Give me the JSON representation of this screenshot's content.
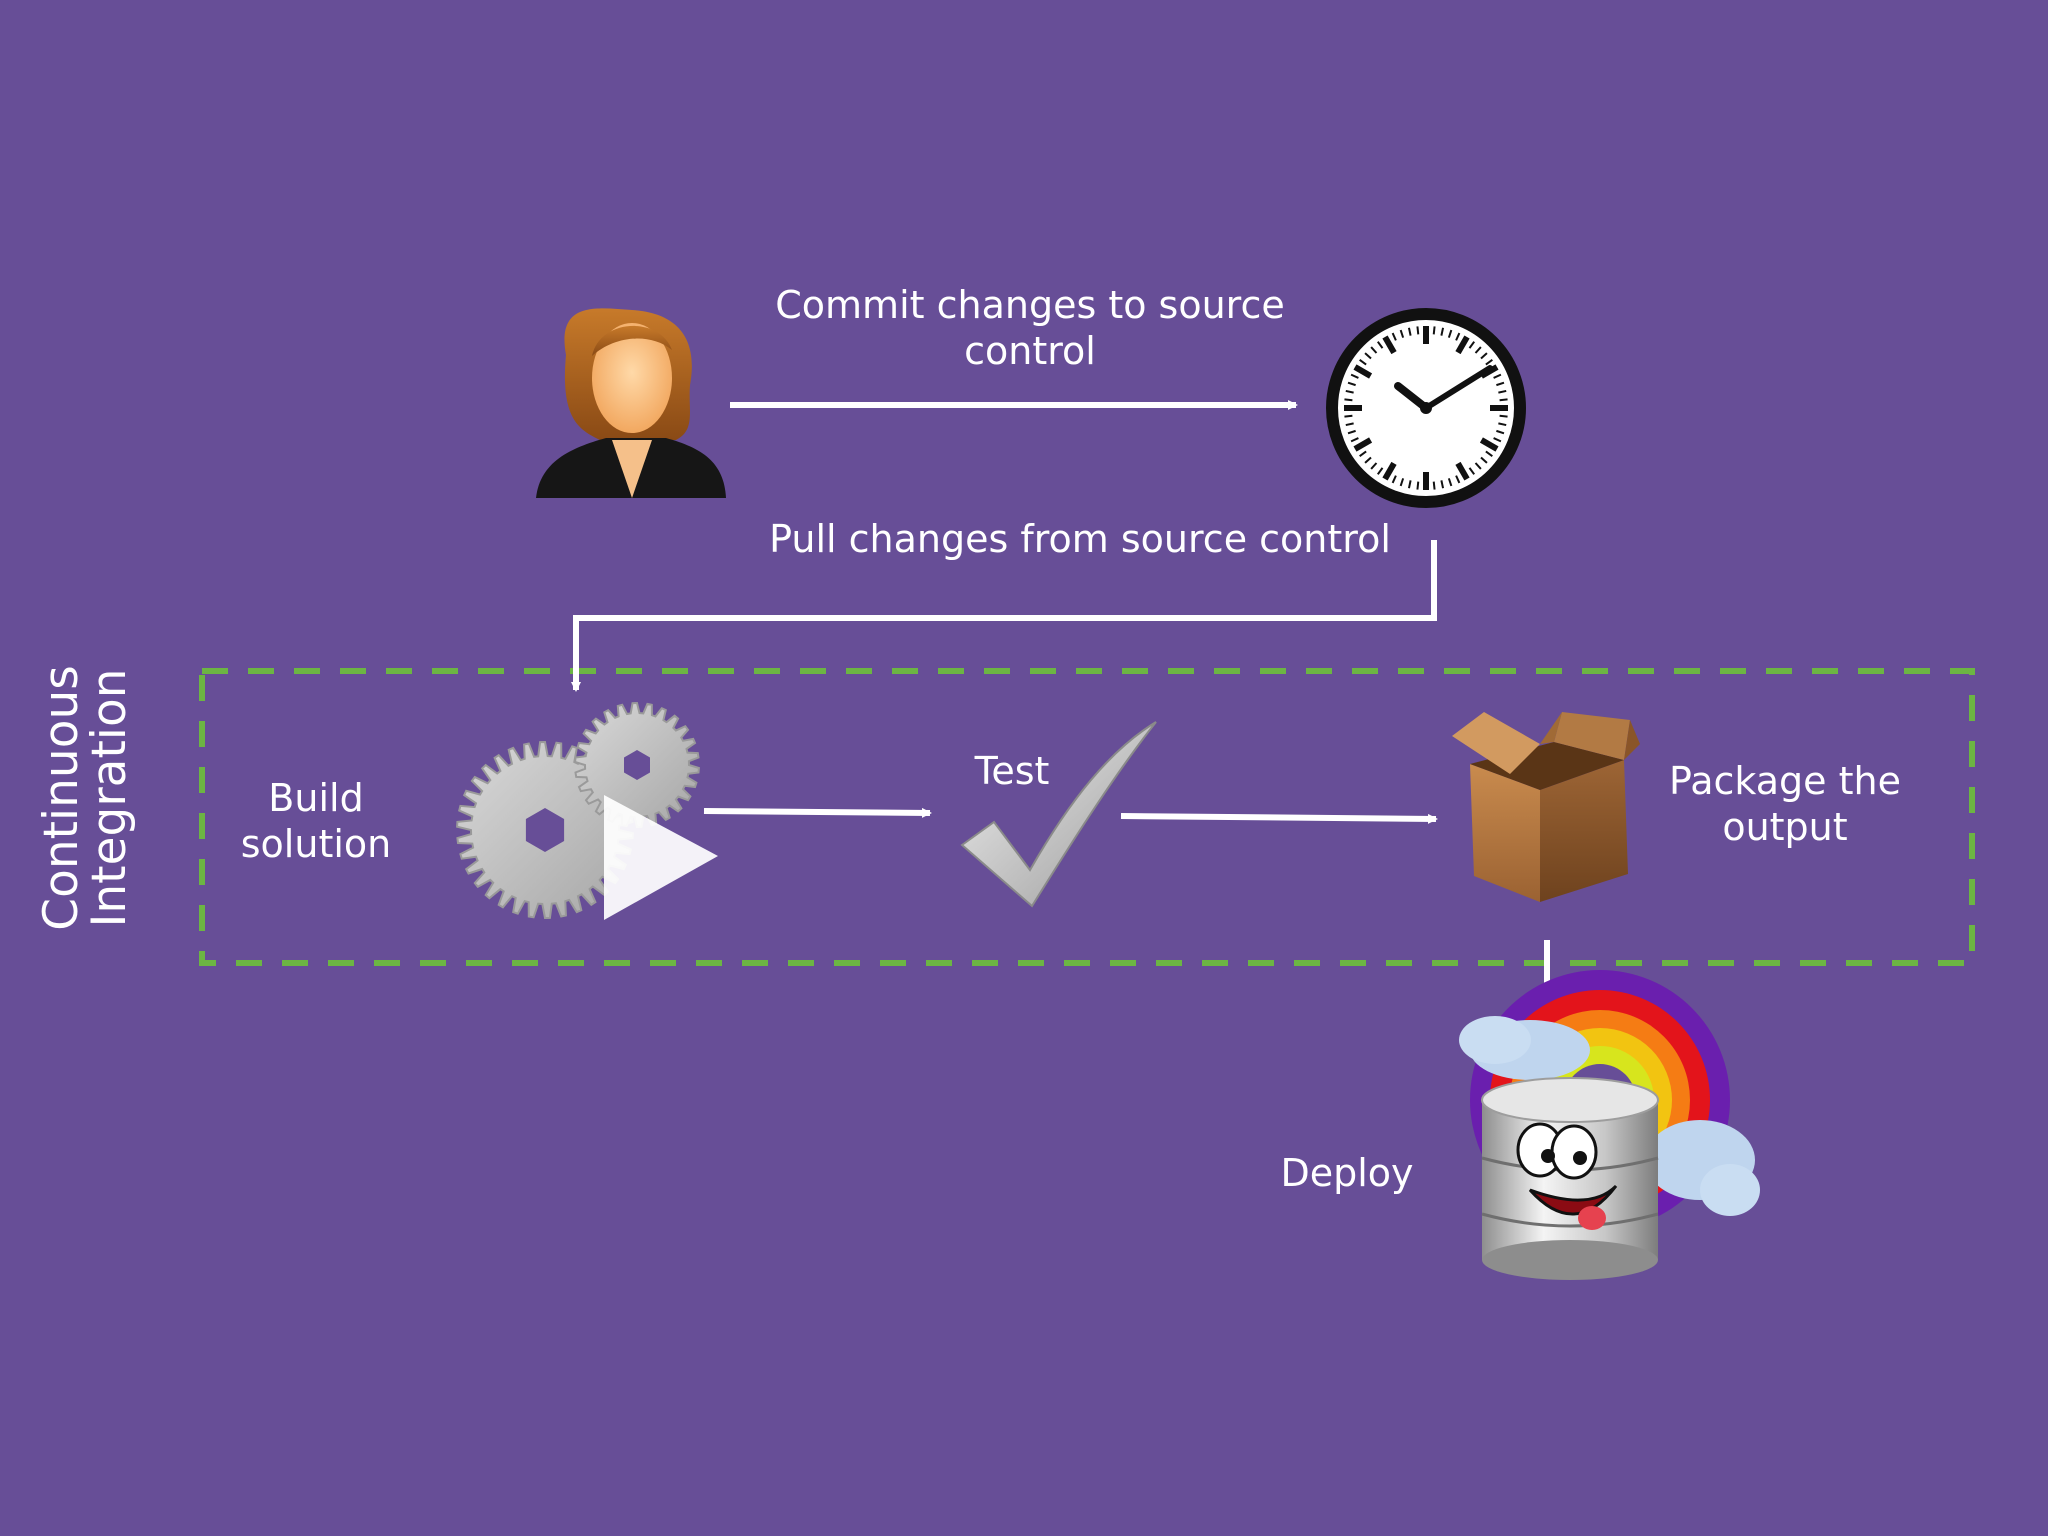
{
  "labels": {
    "commit": "Commit changes to source control",
    "pull": "Pull changes from source control",
    "build": "Build solution",
    "test": "Test",
    "package": "Package the output",
    "deploy": "Deploy",
    "ci_line1": "Continuous",
    "ci_line2": "Integration"
  },
  "icons": {
    "developer": "woman-avatar-icon",
    "scheduler": "clock-icon",
    "build": "gears-play-icon",
    "test": "checkmark-icon",
    "package": "open-box-icon",
    "deploy": "database-rainbow-icon"
  },
  "colors": {
    "background": "#674e97",
    "boundary": "#6cb543",
    "arrows": "#ffffff"
  }
}
